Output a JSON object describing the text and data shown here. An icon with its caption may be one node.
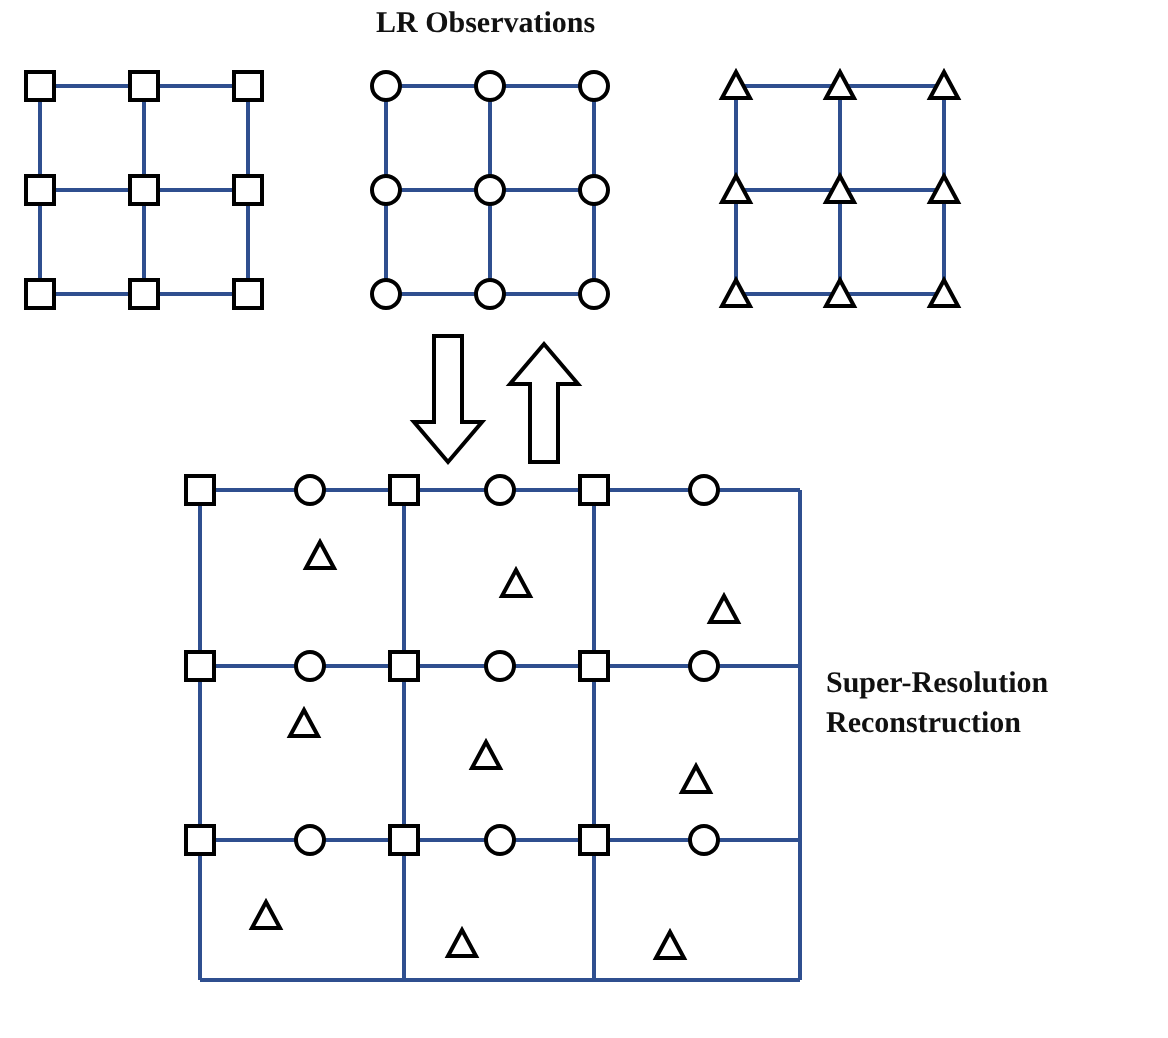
{
  "diagram": {
    "nodes": [
      {
        "text": [],
        "shape": "picture"
      },
      {
        "text": [],
        "shape": "picture"
      },
      {
        "text": [],
        "shape": "picture"
      },
      {
        "text": [],
        "shape": "picture",
        "beside": [
          "Super-Resolution Reconstruction"
        ]
      }
    ],
    "edges": [
      {
        "from": 1,
        "to": 3,
        "arrow": "to"
      },
      {
        "from": 3,
        "to": 1,
        "arrow": "to"
      }
    ],
    "labels": [
      "LR Observations"
    ]
  }
}
